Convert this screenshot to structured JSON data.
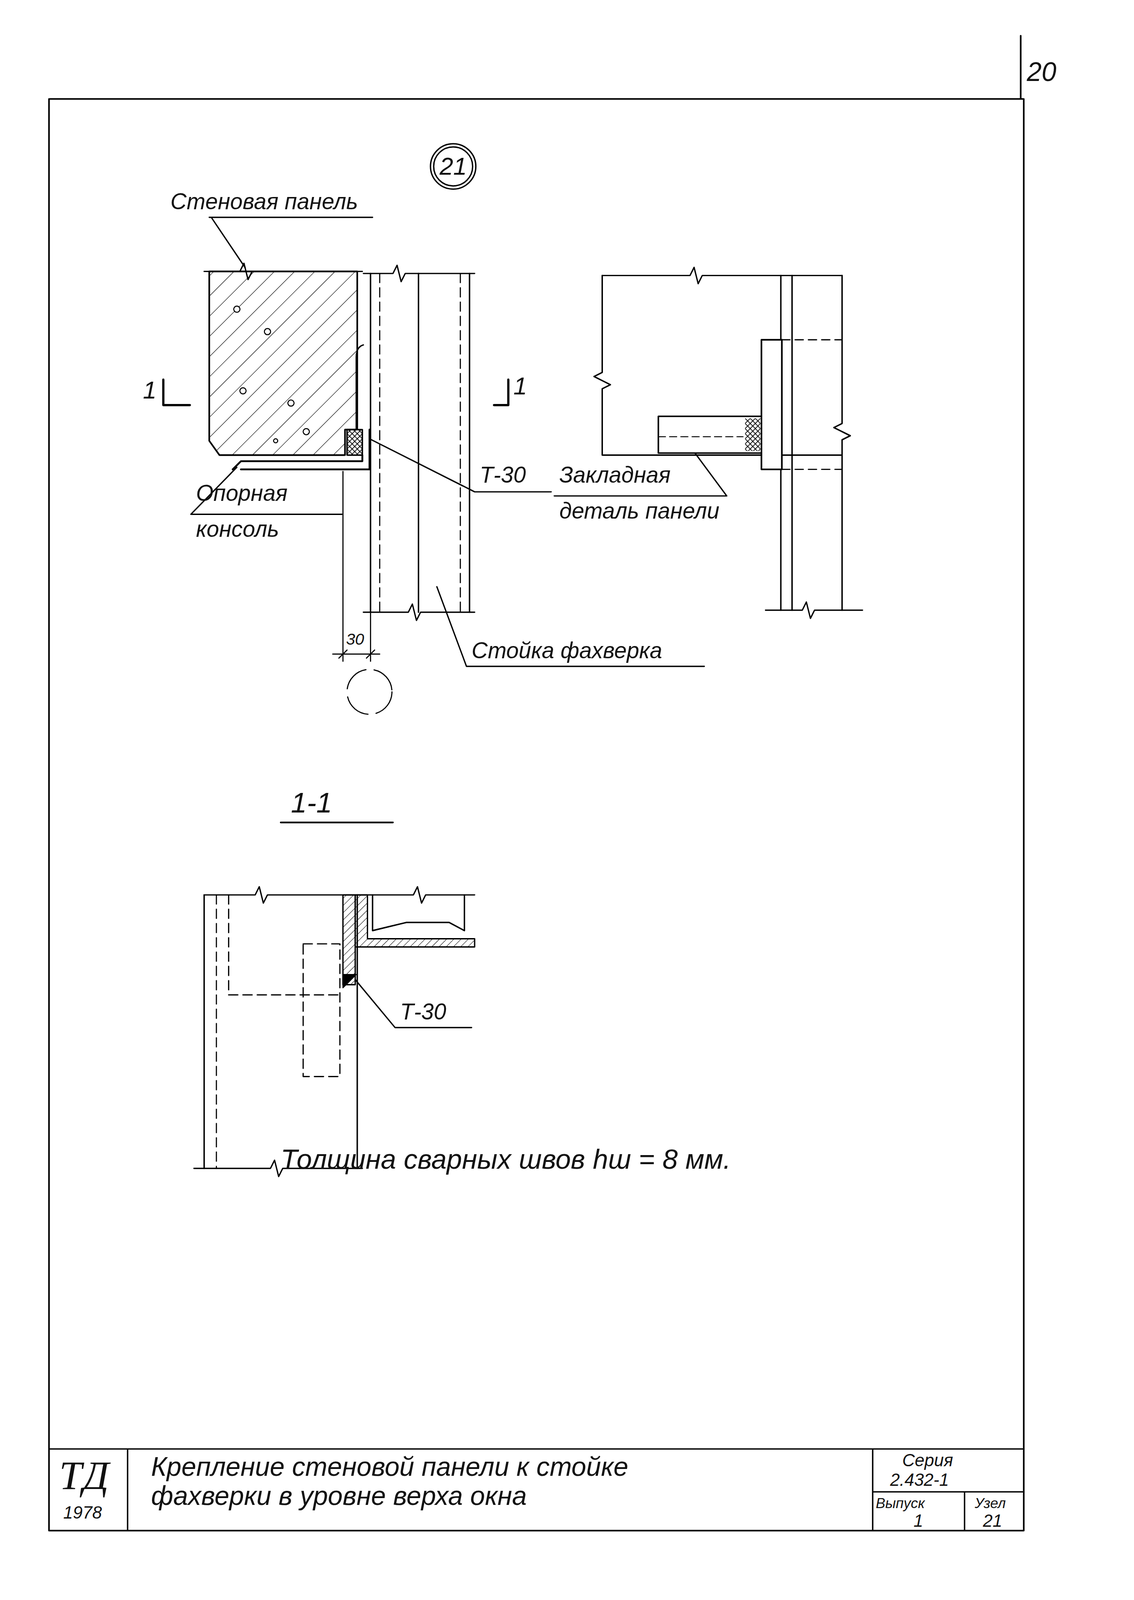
{
  "diagram": {
    "title": "Крепление стеновой панели к стойке фахверки в уровне верха окна",
    "nodes": [
      {
        "text": [
          "21"
        ]
      }
    ],
    "labels": [
      "20",
      "Стеновая панель",
      "1",
      "1",
      "Т-30",
      "Опорная консоль",
      "Закладная деталь панели",
      "30",
      "Стойка фахверка",
      "1-1",
      "Т-30",
      "Толщина сварных швов hш = 8 мм.",
      "ТД",
      "1978",
      "Серия",
      "2.432-1",
      "Выпуск",
      "1",
      "Узел",
      "21"
    ]
  }
}
